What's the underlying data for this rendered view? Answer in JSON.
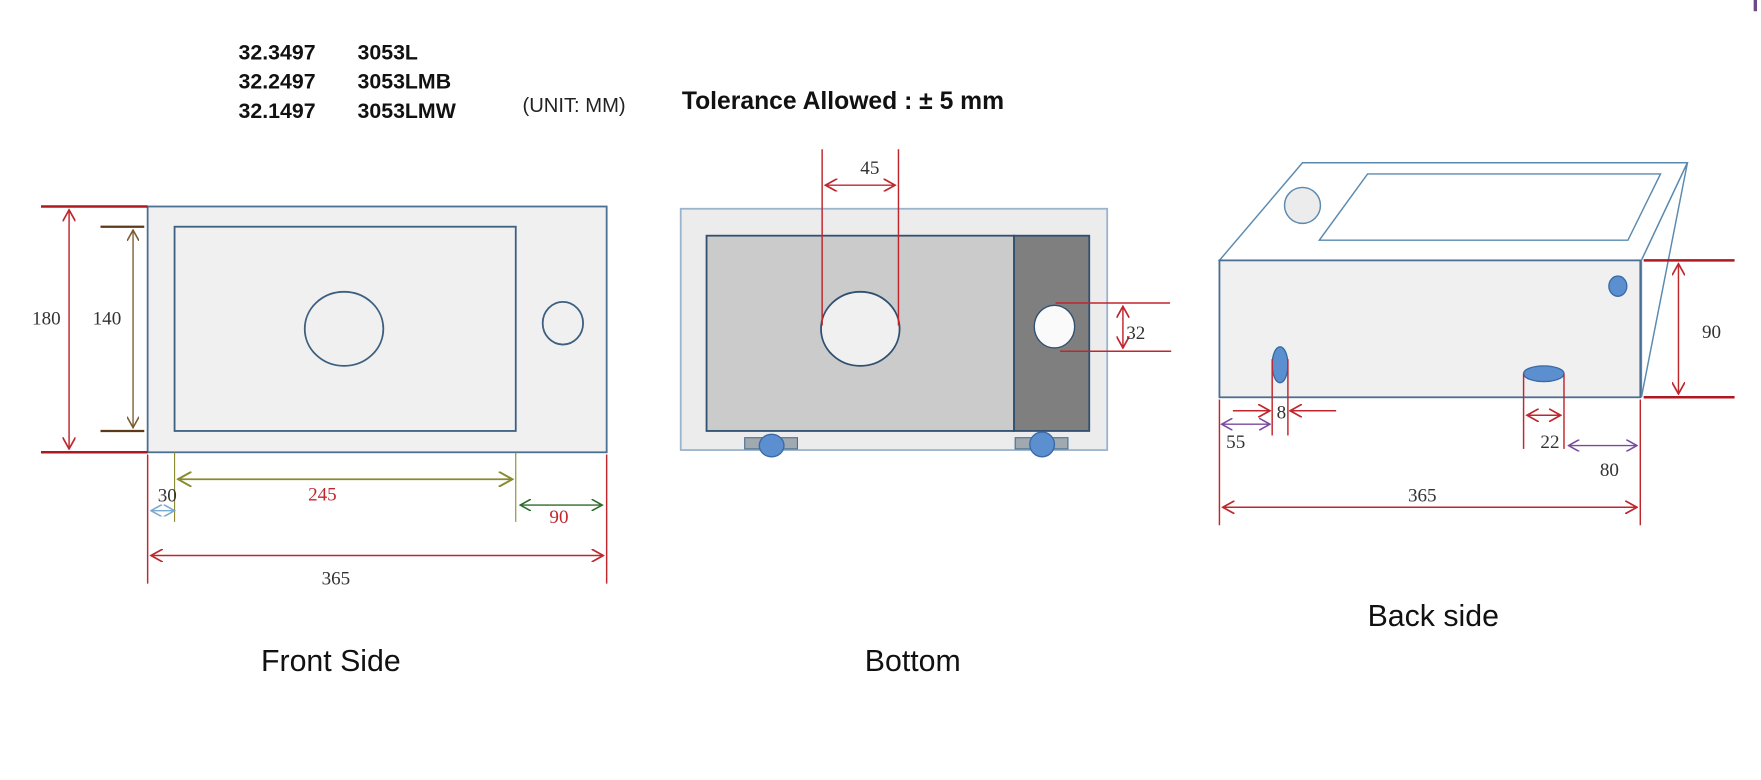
{
  "models": [
    {
      "code": "32.3497",
      "name": "3053L"
    },
    {
      "code": "32.2497",
      "name": "3053LMB"
    },
    {
      "code": "32.1497",
      "name": "3053LMW"
    }
  ],
  "unit_label": "(UNIT: MM)",
  "tolerance_label": "Tolerance Allowed :  ± 5 mm",
  "views": {
    "front": {
      "caption": "Front Side",
      "dims": {
        "height_outer": "180",
        "height_inner": "140",
        "left_margin": "30",
        "inner_width": "245",
        "right_margin": "90",
        "total_width": "365"
      }
    },
    "bottom": {
      "caption": "Bottom",
      "dims": {
        "drain_diameter": "45",
        "tap_hole_diameter": "32"
      }
    },
    "back": {
      "caption": "Back side",
      "dims": {
        "hole_width": "8",
        "left_offset": "55",
        "outlet_width": "22",
        "right_offset": "80",
        "total_width": "365",
        "height": "90"
      }
    }
  },
  "colors": {
    "dimension": "#c0272d",
    "outline": "#4a6f92",
    "hole_fill": "#5b8fd0"
  }
}
